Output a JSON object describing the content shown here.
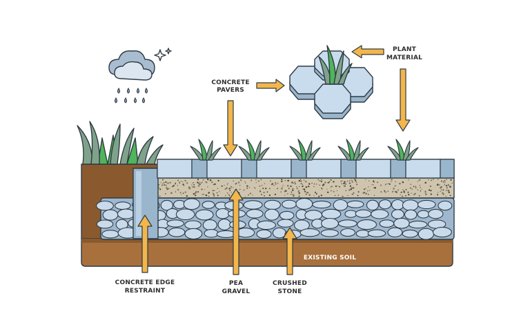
{
  "labels": {
    "concrete_pavers": [
      "CONCRETE",
      "PAVERS"
    ],
    "plant_material": [
      "PLANT",
      "MATERIAL"
    ],
    "existing_soil": "EXISTING SOIL",
    "concrete_edge_restraint": [
      "CONCRETE EDGE",
      "RESTRAINT"
    ],
    "pea_gravel": [
      "PEA",
      "GRAVEL"
    ],
    "crushed_stone": [
      "CRUSHED",
      "STONE"
    ]
  },
  "colors": {
    "soil": "#8a5a2e",
    "soil_light": "#a8703c",
    "gravel": "#cfc5ae",
    "stone_bed": "#9fb8cf",
    "stone": "#c9dbea",
    "paver_light": "#c8dced",
    "paver_dark": "#9ab6cd",
    "grass": "#7fa38a",
    "grass_bright": "#4fb55a",
    "arrow": "#f2b64c",
    "cloud": "#a9bdd1"
  }
}
